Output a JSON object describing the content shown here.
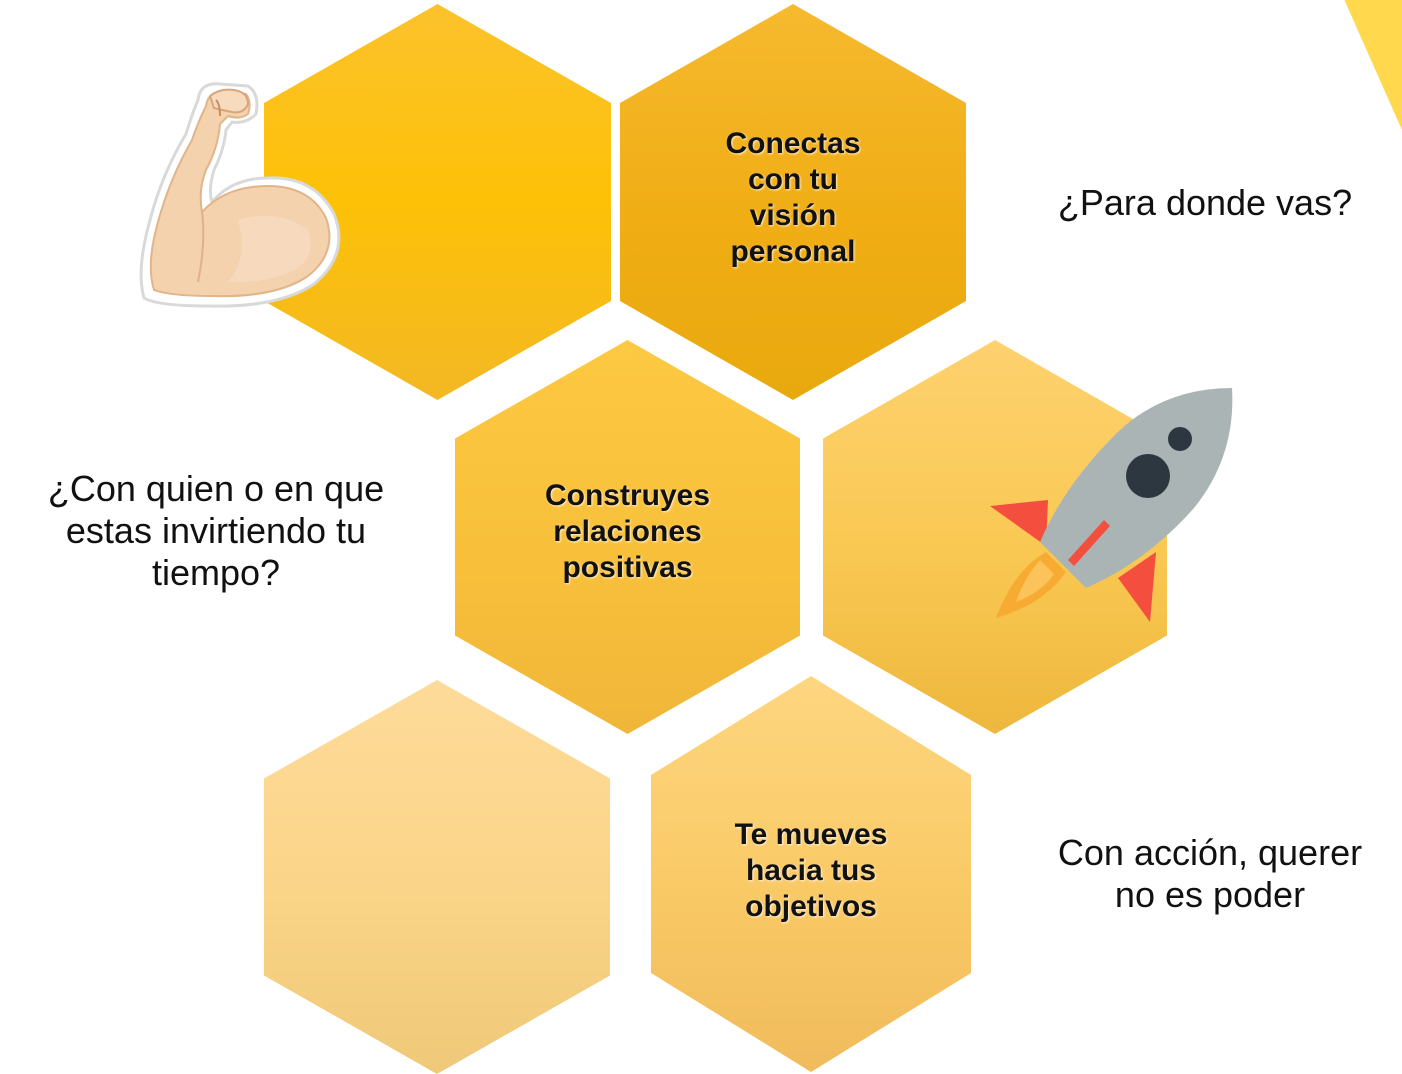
{
  "hexagons": {
    "top_left": {
      "label": "",
      "icon": "flexed-biceps-icon"
    },
    "top_right": {
      "label": "Conectas\ncon tu\nvisión\npersonal"
    },
    "middle_left": {
      "label": "Construyes\nrelaciones\npositivas"
    },
    "middle_right": {
      "label": "",
      "icon": "rocket-icon"
    },
    "bottom_left": {
      "label": ""
    },
    "bottom_right": {
      "label": "Te mueves\nhacia tus\nobjetivos"
    }
  },
  "questions": {
    "right_top": "¿Para donde vas?",
    "left_middle": "¿Con quien o en que\nestas invirtiendo tu\ntiempo?",
    "right_bottom": "Con acción, querer\nno es poder"
  },
  "colors": {
    "accent": "#fdc107",
    "corner": "#ffd84d",
    "rocket_body": "#aab4b4",
    "rocket_window": "#2d3740",
    "rocket_fins": "#f44f3e",
    "rocket_flame": "#f7ab33"
  }
}
